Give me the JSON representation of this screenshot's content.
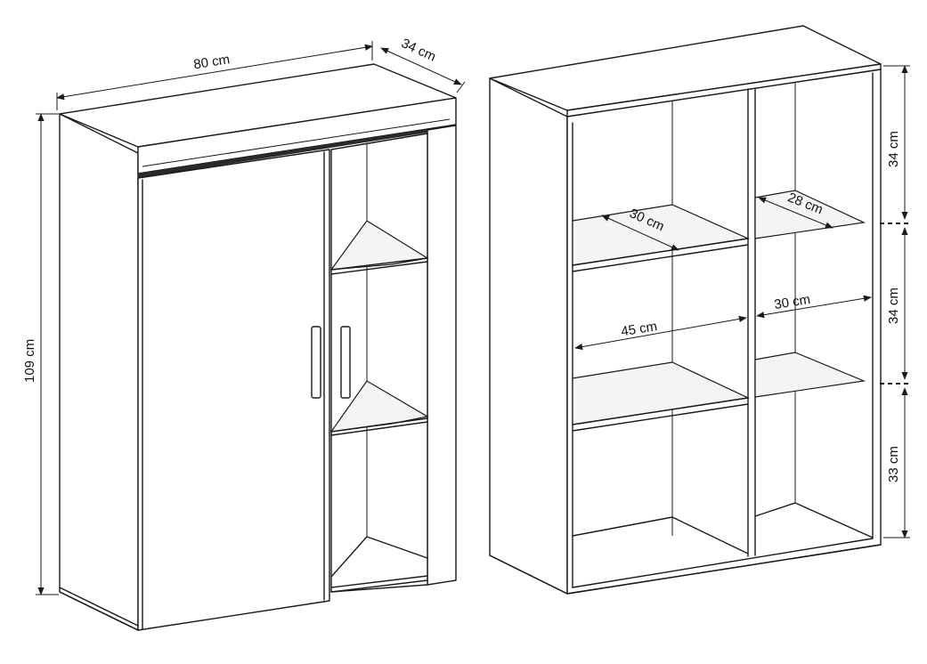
{
  "dimensions": {
    "width": "80 cm",
    "depth": "34 cm",
    "height": "109 cm",
    "shelf_depth_left": "30 cm",
    "shelf_depth_right": "28 cm",
    "compartment_width_left": "45 cm",
    "compartment_width_right": "30 cm",
    "compartment_height_top": "34 cm",
    "compartment_height_middle": "34 cm",
    "compartment_height_bottom": "33 cm"
  },
  "colors": {
    "line": "#1a1a1a",
    "background": "#ffffff"
  }
}
